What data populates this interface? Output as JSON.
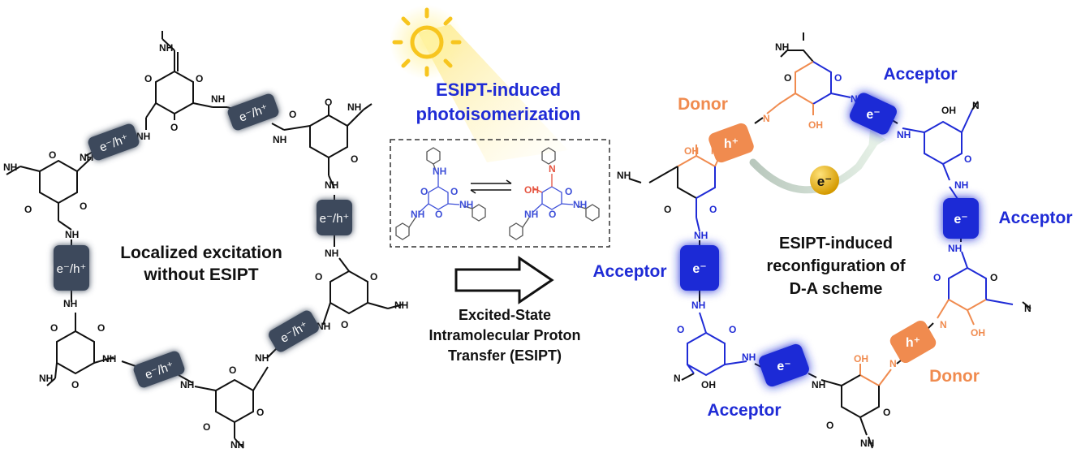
{
  "colors": {
    "accent_blue": "#1f2bd6",
    "donor_orange": "#f08b4f",
    "node_slate": "#3e4a5c",
    "sun_yellow": "#f7c51e",
    "electron_gold": "#e2a70b",
    "bond_black": "#111111"
  },
  "left": {
    "title_line1": "Localized excitation",
    "title_line2": "without ESIPT",
    "node_label": "e⁻/h⁺"
  },
  "center": {
    "esipt_line1": "ESIPT-induced",
    "esipt_line2": "photoisomerization",
    "process_line1": "Excited-State",
    "process_line2": "Intramolecular Proton",
    "process_line3": "Transfer (ESIPT)"
  },
  "right": {
    "title_line1": "ESIPT-induced",
    "title_line2": "reconfiguration of",
    "title_line3": "D-A scheme",
    "donor_label": "Donor",
    "acceptor_label": "Acceptor",
    "electron_label": "e⁻",
    "hole_label": "h⁺"
  },
  "chem": {
    "O": "O",
    "OH": "OH",
    "NH": "NH",
    "N": "N"
  }
}
